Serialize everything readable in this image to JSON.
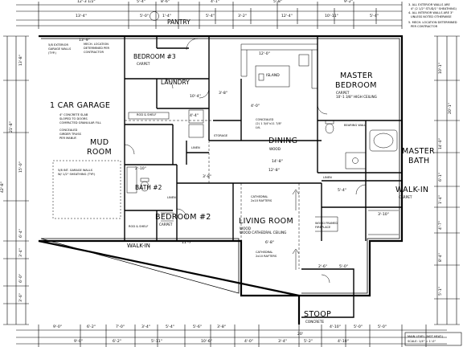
{
  "rooms": {
    "pantry": "PANTRY",
    "bedroom3": "BEDROOM #3",
    "laundry": "LAUNDRY",
    "master_bedroom_1": "MASTER",
    "master_bedroom_2": "BEDROOM",
    "garage": "1 CAR GARAGE",
    "mud_room_1": "MUD",
    "mud_room_2": "ROOM",
    "dining": "DINING",
    "master_bath_1": "MASTER",
    "master_bath_2": "BATH",
    "bath2": "BATH #2",
    "walk_in_1": "WALK-IN",
    "walk_in_2": "WALK-IN",
    "bedroom2": "BEDROOM #2",
    "living_room": "LIVING ROOM",
    "stoop": "STOOP",
    "island": "ISLAND"
  },
  "notes": {
    "top_right_1": "3. ALL EXTERIOR WALLS ARE",
    "top_right_2": "4\" (2 1/2\" STUD/1\" SHEATHING)",
    "top_right_3": "4. ALL INTERIOR WALLS ARE 3\"",
    "top_right_4": "UNLESS NOTED OTHERWISE",
    "top_right_5": "5. MECH. LOCATION DETERMINED",
    "top_right_6": "PER CONTRACTOR",
    "garage_wall_1": "5/8 EXTERIOR",
    "garage_wall_2": "GARAGE WALLS",
    "garage_wall_3": "(TYP.)",
    "mech_1": "MECH. LOCATION",
    "mech_2": "DETERMINED PER",
    "mech_3": "CONTRACTOR",
    "garage_slab_1": "4\" CONCRETE SLAB",
    "garage_slab_2": "SLOPED TO DOORS",
    "garage_slab_3": "COMPACTED GRANULAR FILL",
    "garage_conc_1": "CONCEALED",
    "garage_conc_2": "GIRDER TRUSS",
    "garage_conc_3": "PER MANUF.",
    "garage_int_1": "5/8 INT. GARAGE WALLS",
    "garage_int_2": "W/ 1/2\" SHEATHING (TYP.)",
    "bedroom3_sub": "CARPET",
    "master_sub": "CARPET",
    "master_ceiling": "10'-1 3/8\" HIGH CEILING",
    "dining_sub": "WOOD",
    "living_sub_1": "WOOD",
    "living_sub_2": "WOOD CATHEDRAL CEILING",
    "bedroom2_sub": "CARPET",
    "walkin_sub": "CARPET",
    "stoop_sub": "CONCRETE",
    "linen1": "LINEN",
    "linen2": "LINEN",
    "linen3": "LINEN",
    "storage": "STORAGE",
    "ldry_shelf": "ROD & SHELF",
    "ldry_shelf2": "ROD & SHELF",
    "bearing_wall": "BEARING WALL",
    "fireplace_1": "WOOD FRAMED",
    "fireplace_2": "FIREPLACE",
    "cathedral_1": "CATHEDRAL",
    "cathedral_2": "2x10 RAFTERS",
    "cathedral_3": "CATHEDRAL",
    "cathedral_4": "2x10 RAFTERS",
    "concealed_mid_1": "CONCEALED",
    "concealed_mid_2": "(2) 1 3/4\"x11 7/8\"",
    "concealed_mid_3": "LVL",
    "title_block_1": "MAIN LEVEL (NOT HEAT.)",
    "title_block_2": "SCALE: 1/4\" = 1'-0\""
  },
  "dimensions": {
    "top": [
      "12'-3 1/2\"",
      "5'-4\"",
      "8'-6\"",
      "4'-1\"",
      "5'-8\"",
      "9'-2\""
    ],
    "top_inner": [
      "13'-4\"",
      "5'-0\"",
      "1'-4\"",
      "5'-4\"",
      "3'-2\"",
      "12'-4\"",
      "10'-11\"",
      "5'-4\""
    ],
    "bottom_1": [
      "9'-0\"",
      "6'-2\"",
      "7'-0\"",
      "3'-4\"",
      "5'-4\"",
      "5'-6\"",
      "3'-8\"",
      "4'-10\"",
      "5'-0\"",
      "5'-0\""
    ],
    "bottom_2": [
      "9'-0\"",
      "6'-2\"",
      "5'-11\"",
      "10'-6\"",
      "4'-0\"",
      "3'-4\"",
      "5'-2\"",
      "4'-10\"",
      "20'"
    ],
    "left": [
      "13'-8\"",
      "21'-8\"",
      "15'-0\"",
      "42'-8\"",
      "6'-4\"",
      "3'-4\"",
      "6'-0\"",
      "3'-6\""
    ],
    "right": [
      "10'-1\"",
      "20'-1\"",
      "14'-0\"",
      "6'-1\"",
      "1'-4\"",
      "4'-7\"",
      "8'-4\"",
      "5'-1\""
    ],
    "misc": [
      "13'-9\"",
      "12'-0\"",
      "10'-4\"",
      "4'-0\"",
      "3'-8\"",
      "4'-4\"",
      "14'-8\"",
      "12'-8\"",
      "3'-8\"",
      "5'-4\"",
      "11'-7\"",
      "6'-8\"",
      "2'-6\"",
      "5'-0\"",
      "2'-10\"",
      "3'-10\""
    ]
  }
}
